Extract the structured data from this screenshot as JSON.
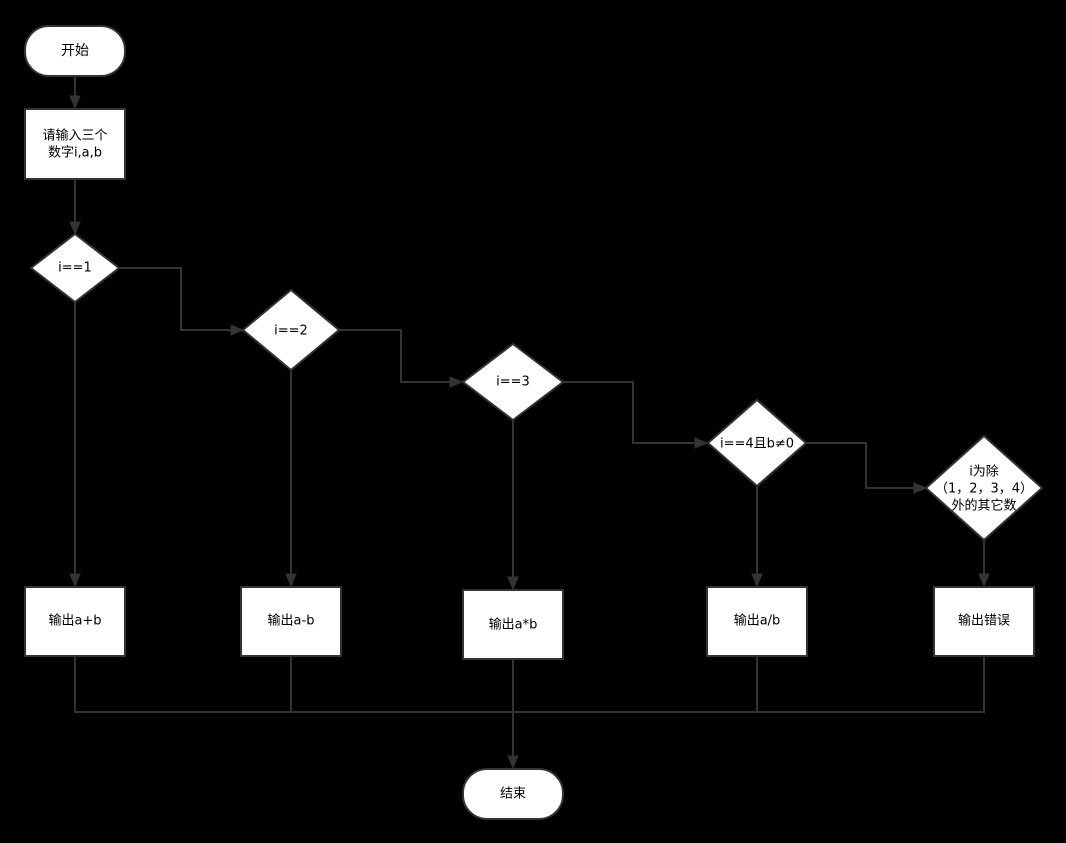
{
  "nodes": {
    "start": "开始",
    "input": {
      "line1": "请输入三个",
      "line2": "数字i,a,b"
    },
    "cond1": "i==1",
    "cond2": "i==2",
    "cond3": "i==3",
    "cond4": "i==4且b≠0",
    "cond5": {
      "line1": "i为除",
      "line2": "（1，2，3，4）",
      "line3": "外的其它数"
    },
    "out1": "输出a+b",
    "out2": "输出a-b",
    "out3": "输出a*b",
    "out4": "输出a/b",
    "out5": "输出错误",
    "end": "结束"
  },
  "colors": {
    "background": "#000000",
    "shape_fill": "#ffffff",
    "line": "#333333",
    "text": "#000000"
  }
}
